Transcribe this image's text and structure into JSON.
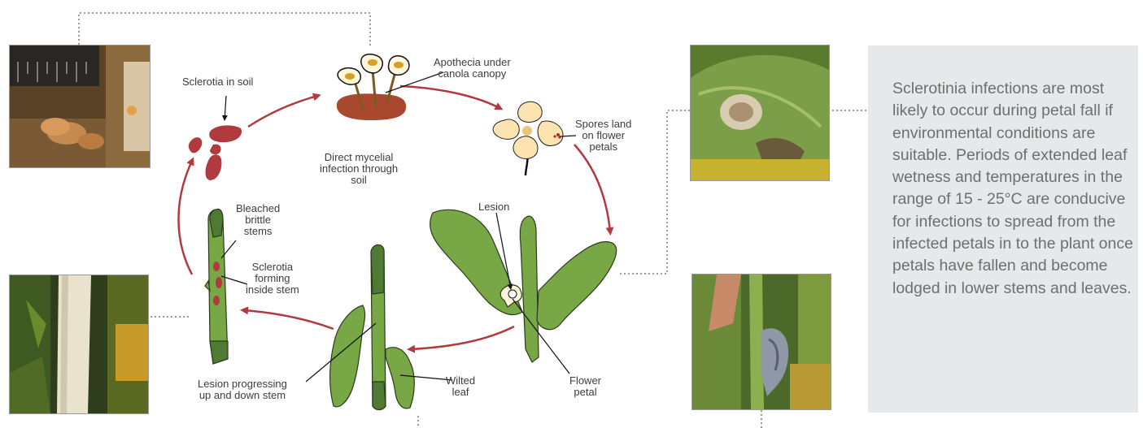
{
  "labels": {
    "sclerotia_soil": "Sclerotia in soil",
    "apothecia": [
      "Apothecia under",
      "canola canopy"
    ],
    "spores": [
      "Spores land",
      "on flower",
      "petals"
    ],
    "direct_infection": [
      "Direct mycelial",
      "infection through",
      "soil"
    ],
    "lesion": "Lesion",
    "bleached": [
      "Bleached",
      "brittle",
      "stems"
    ],
    "sclerotia_forming": [
      "Sclerotia",
      "forming",
      "inside stem"
    ],
    "lesion_progressing": [
      "Lesion progressing",
      "up and down stem"
    ],
    "wilted_leaf": [
      "Wilted",
      "leaf"
    ],
    "flower_petal": [
      "Flower",
      "petal"
    ]
  },
  "info_text": "Sclerotinia infections are most likely to occur during petal fall if environmental conditions are suitable. Periods of extended leaf wetness and temperatures in the range of 15 - 25°C are conducive for infections to spread from the infected petals in to the plant once petals have fallen and become lodged in lower stems and leaves.",
  "colors": {
    "arrow": "#b23a3e",
    "sclerotia": "#b03a3e",
    "plant": "#78a745",
    "plant_dark": "#4f7a33",
    "soil": "#a9482e",
    "petal": "#fde3b0",
    "info_bg": "#e6e8e9"
  }
}
